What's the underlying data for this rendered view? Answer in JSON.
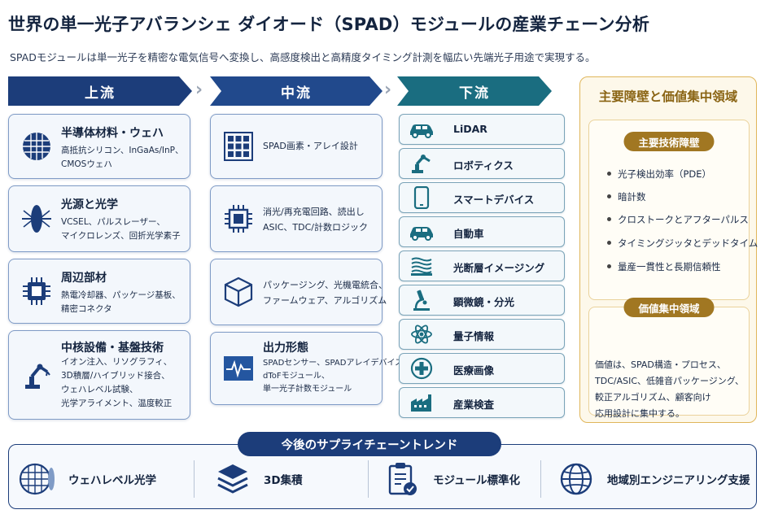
{
  "title": "世界の単一光子アバランシェ ダイオード（SPAD）モジュールの産業チェーン分析",
  "subtitle": "SPADモジュールは単一光子を精密な電気信号へ変換し、高感度検出と高精度タイミング計測を幅広い先端光子用途で実現する。",
  "columns": {
    "upstream": "上流",
    "midstream": "中流",
    "downstream": "下流"
  },
  "upstream": [
    {
      "icon": "wafer-icon",
      "title": "半導体材料・ウェハ",
      "body": "高抵抗シリコン、InGaAs/InP、\nCMOSウェハ"
    },
    {
      "icon": "lens-icon",
      "title": "光源と光学",
      "body": "VCSEL、パルスレーザー、\nマイクロレンズ、回折光学素子"
    },
    {
      "icon": "chip-icon",
      "title": "周辺部材",
      "body": "熱電冷却器、パッケージ基板、\n精密コネクタ"
    },
    {
      "icon": "robot-arm-icon",
      "title": "中核設備・基盤技術",
      "body": "イオン注入、リソグラフィ、\n3D積層/ハイブリッド接合、\nウェハレベル試験、\n光学アライメント、温度較正"
    }
  ],
  "midstream": [
    {
      "icon": "pixel-array-icon",
      "title": "",
      "body": "SPAD画素・アレイ設計"
    },
    {
      "icon": "processor-icon",
      "title": "",
      "body": "消光/再充電回路、読出し\nASIC、TDC/計数ロジック"
    },
    {
      "icon": "cube-icon",
      "title": "",
      "body": "パッケージング、光機電統合、\nファームウェア、アルゴリズム"
    },
    {
      "icon": "waveform-icon",
      "title": "出力形態",
      "body": "SPADセンサー、SPADアレイデバイス、\ndToFモジュール、\n単一光子計数モジュール"
    }
  ],
  "downstream": [
    {
      "icon": "car-icon",
      "label": "LiDAR"
    },
    {
      "icon": "robot-arm-icon",
      "label": "ロボティクス"
    },
    {
      "icon": "smartphone-icon",
      "label": "スマートデバイス"
    },
    {
      "icon": "car-icon",
      "label": "自動車"
    },
    {
      "icon": "layers-scan-icon",
      "label": "光断層イメージング"
    },
    {
      "icon": "microscope-icon",
      "label": "顕微鏡・分光"
    },
    {
      "icon": "atom-icon",
      "label": "量子情報"
    },
    {
      "icon": "medical-cross-icon",
      "label": "医療画像"
    },
    {
      "icon": "factory-icon",
      "label": "産業検査"
    }
  ],
  "side": {
    "title": "主要障壁と価値集中領域",
    "barriers_title": "主要技術障壁",
    "barriers": [
      "光子検出効率（PDE）",
      "暗計数",
      "クロストークとアフターパルス",
      "タイミングジッタとデッドタイム",
      "量産一貫性と長期信頼性"
    ],
    "value_title": "価値集中領域",
    "value_text": "価値は、SPAD構造・プロセス、\nTDC/ASIC、低雑音パッケージング、\n較正アルゴリズム、顧客向け\n応用設計に集中する。"
  },
  "trends": {
    "title": "今後のサプライチェーントレンド",
    "items": [
      {
        "icon": "wafer-optics-icon",
        "label": "ウェハレベル光学"
      },
      {
        "icon": "stack-icon",
        "label": "3D集積"
      },
      {
        "icon": "clipboard-check-icon",
        "label": "モジュール標準化"
      },
      {
        "icon": "globe-icon",
        "label": "地域別エンジニアリング支援"
      }
    ]
  },
  "colors": {
    "navy": "#1c3d7a",
    "teal": "#1a6d80",
    "gold": "#a17722"
  }
}
